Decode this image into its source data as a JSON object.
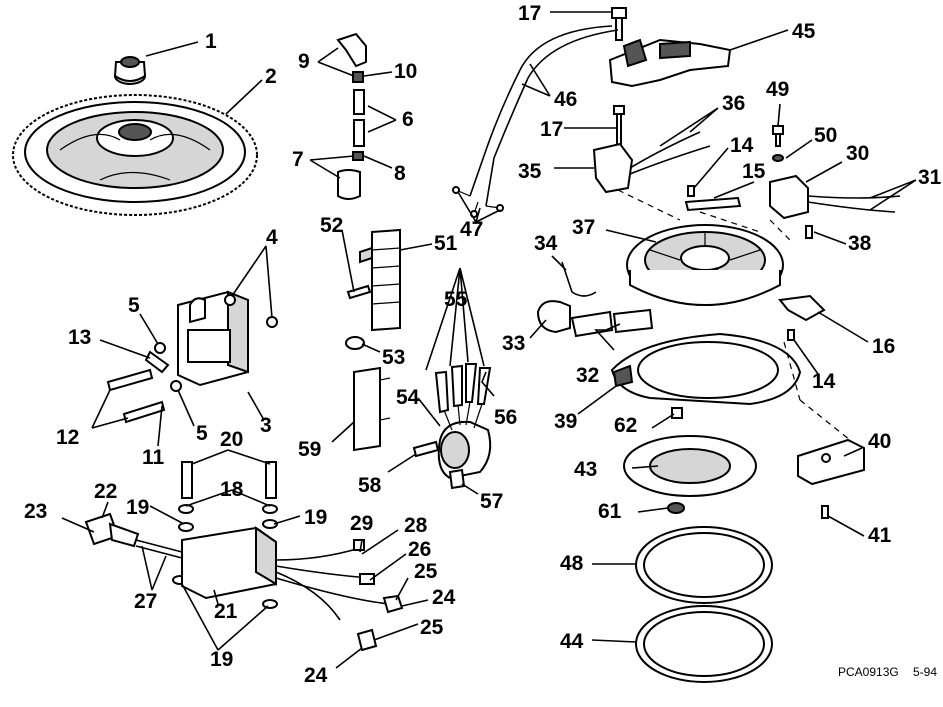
{
  "diagram": {
    "callouts": [
      "1",
      "2",
      "3",
      "4",
      "5",
      "5",
      "6",
      "7",
      "8",
      "9",
      "10",
      "11",
      "12",
      "13",
      "14",
      "14",
      "15",
      "16",
      "17",
      "17",
      "18",
      "19",
      "19",
      "19",
      "20",
      "21",
      "22",
      "23",
      "24",
      "24",
      "25",
      "25",
      "26",
      "27",
      "28",
      "29",
      "30",
      "31",
      "32",
      "33",
      "34",
      "35",
      "36",
      "37",
      "38",
      "39",
      "40",
      "41",
      "43",
      "44",
      "45",
      "46",
      "47",
      "48",
      "49",
      "50",
      "51",
      "52",
      "53",
      "54",
      "55",
      "56",
      "57",
      "58",
      "59",
      "61",
      "62"
    ],
    "drawing_code": "PCA0913G",
    "date_code": "5-94"
  }
}
